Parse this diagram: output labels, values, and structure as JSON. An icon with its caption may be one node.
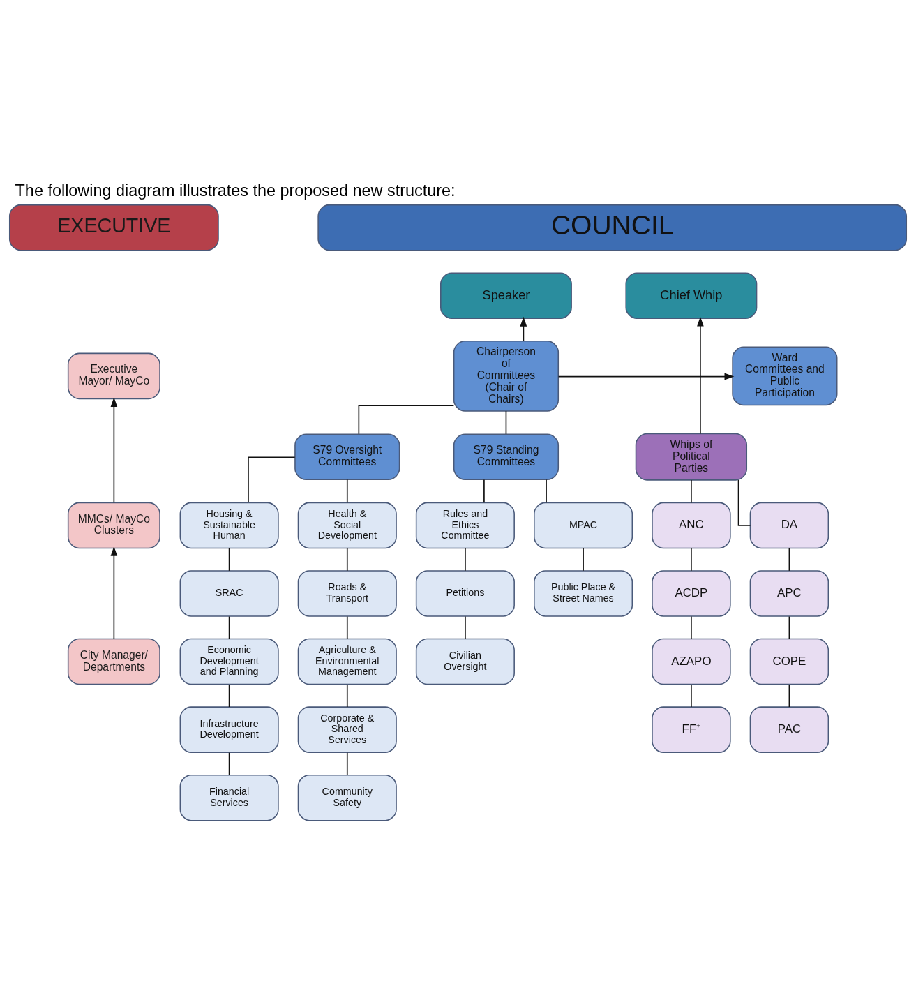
{
  "diagram": {
    "title": "The following diagram illustrates the proposed new structure:",
    "nodes": [
      {
        "text": [
          "EXECUTIVE"
        ]
      },
      {
        "text": [
          "COUNCIL"
        ]
      },
      {
        "text": [
          "Executive Mayor/ MayCo"
        ]
      },
      {
        "text": [
          "MMCs/ MayCo Clusters"
        ]
      },
      {
        "text": [
          "City Manager/ Departments"
        ]
      },
      {
        "text": [
          "Speaker"
        ]
      },
      {
        "text": [
          "Chief Whip"
        ]
      },
      {
        "text": [
          "Chairperson of Committees (Chair of Chairs)"
        ]
      },
      {
        "text": [
          "Ward Committees and Public Participation"
        ]
      },
      {
        "text": [
          "S79 Oversight Committees"
        ]
      },
      {
        "text": [
          "S79 Standing Committees"
        ]
      },
      {
        "text": [
          "Whips of Political Parties"
        ]
      },
      {
        "text": [
          "Housing & Sustainable Human"
        ]
      },
      {
        "text": [
          "Health & Social Development"
        ]
      },
      {
        "text": [
          "Rules and Ethics Committee"
        ]
      },
      {
        "text": [
          "MPAC"
        ]
      },
      {
        "text": [
          "ANC"
        ]
      },
      {
        "text": [
          "DA"
        ]
      },
      {
        "text": [
          "SRAC"
        ]
      },
      {
        "text": [
          "Roads & Transport"
        ]
      },
      {
        "text": [
          "Petitions"
        ]
      },
      {
        "text": [
          "Public Place & Street Names"
        ]
      },
      {
        "text": [
          "ACDP"
        ]
      },
      {
        "text": [
          "APC"
        ]
      },
      {
        "text": [
          "Economic Development and Planning"
        ]
      },
      {
        "text": [
          "Agriculture & Environmental Management"
        ]
      },
      {
        "text": [
          "Civilian Oversight"
        ]
      },
      {
        "text": [
          "AZAPO"
        ]
      },
      {
        "text": [
          "COPE"
        ]
      },
      {
        "text": [
          "Infrastructure Development"
        ]
      },
      {
        "text": [
          "Corporate & Shared Services"
        ]
      },
      {
        "text": [
          "FF⁺"
        ]
      },
      {
        "text": [
          "PAC"
        ]
      },
      {
        "text": [
          "Financial Services"
        ]
      },
      {
        "text": [
          "Community Safety"
        ]
      }
    ],
    "edges": [
      {
        "from": 3,
        "to": 2,
        "arrow": "to"
      },
      {
        "from": 4,
        "to": 3,
        "arrow": "to"
      },
      {
        "from": 7,
        "to": 5,
        "arrow": "to"
      },
      {
        "from": 7,
        "to": 8,
        "arrow": "to"
      },
      {
        "from": 7,
        "to": 9,
        "arrow": "none"
      },
      {
        "from": 7,
        "to": 10,
        "arrow": "none"
      },
      {
        "from": 11,
        "to": 6,
        "arrow": "to"
      },
      {
        "from": 9,
        "to": 12,
        "arrow": "none"
      },
      {
        "from": 9,
        "to": 13,
        "arrow": "none"
      },
      {
        "from": 10,
        "to": 14,
        "arrow": "none"
      },
      {
        "from": 10,
        "to": 15,
        "arrow": "none"
      },
      {
        "from": 11,
        "to": 16,
        "arrow": "none"
      },
      {
        "from": 11,
        "to": 17,
        "arrow": "none"
      },
      {
        "from": 12,
        "to": 18,
        "arrow": "none"
      },
      {
        "from": 18,
        "to": 24,
        "arrow": "none"
      },
      {
        "from": 24,
        "to": 29,
        "arrow": "none"
      },
      {
        "from": 29,
        "to": 33,
        "arrow": "none"
      },
      {
        "from": 13,
        "to": 19,
        "arrow": "none"
      },
      {
        "from": 19,
        "to": 25,
        "arrow": "none"
      },
      {
        "from": 25,
        "to": 30,
        "arrow": "none"
      },
      {
        "from": 30,
        "to": 34,
        "arrow": "none"
      },
      {
        "from": 14,
        "to": 20,
        "arrow": "none"
      },
      {
        "from": 20,
        "to": 26,
        "arrow": "none"
      },
      {
        "from": 15,
        "to": 21,
        "arrow": "none"
      },
      {
        "from": 16,
        "to": 22,
        "arrow": "none"
      },
      {
        "from": 22,
        "to": 27,
        "arrow": "none"
      },
      {
        "from": 27,
        "to": 31,
        "arrow": "none"
      },
      {
        "from": 17,
        "to": 23,
        "arrow": "none"
      },
      {
        "from": 23,
        "to": 28,
        "arrow": "none"
      },
      {
        "from": 28,
        "to": 32,
        "arrow": "none"
      }
    ]
  }
}
